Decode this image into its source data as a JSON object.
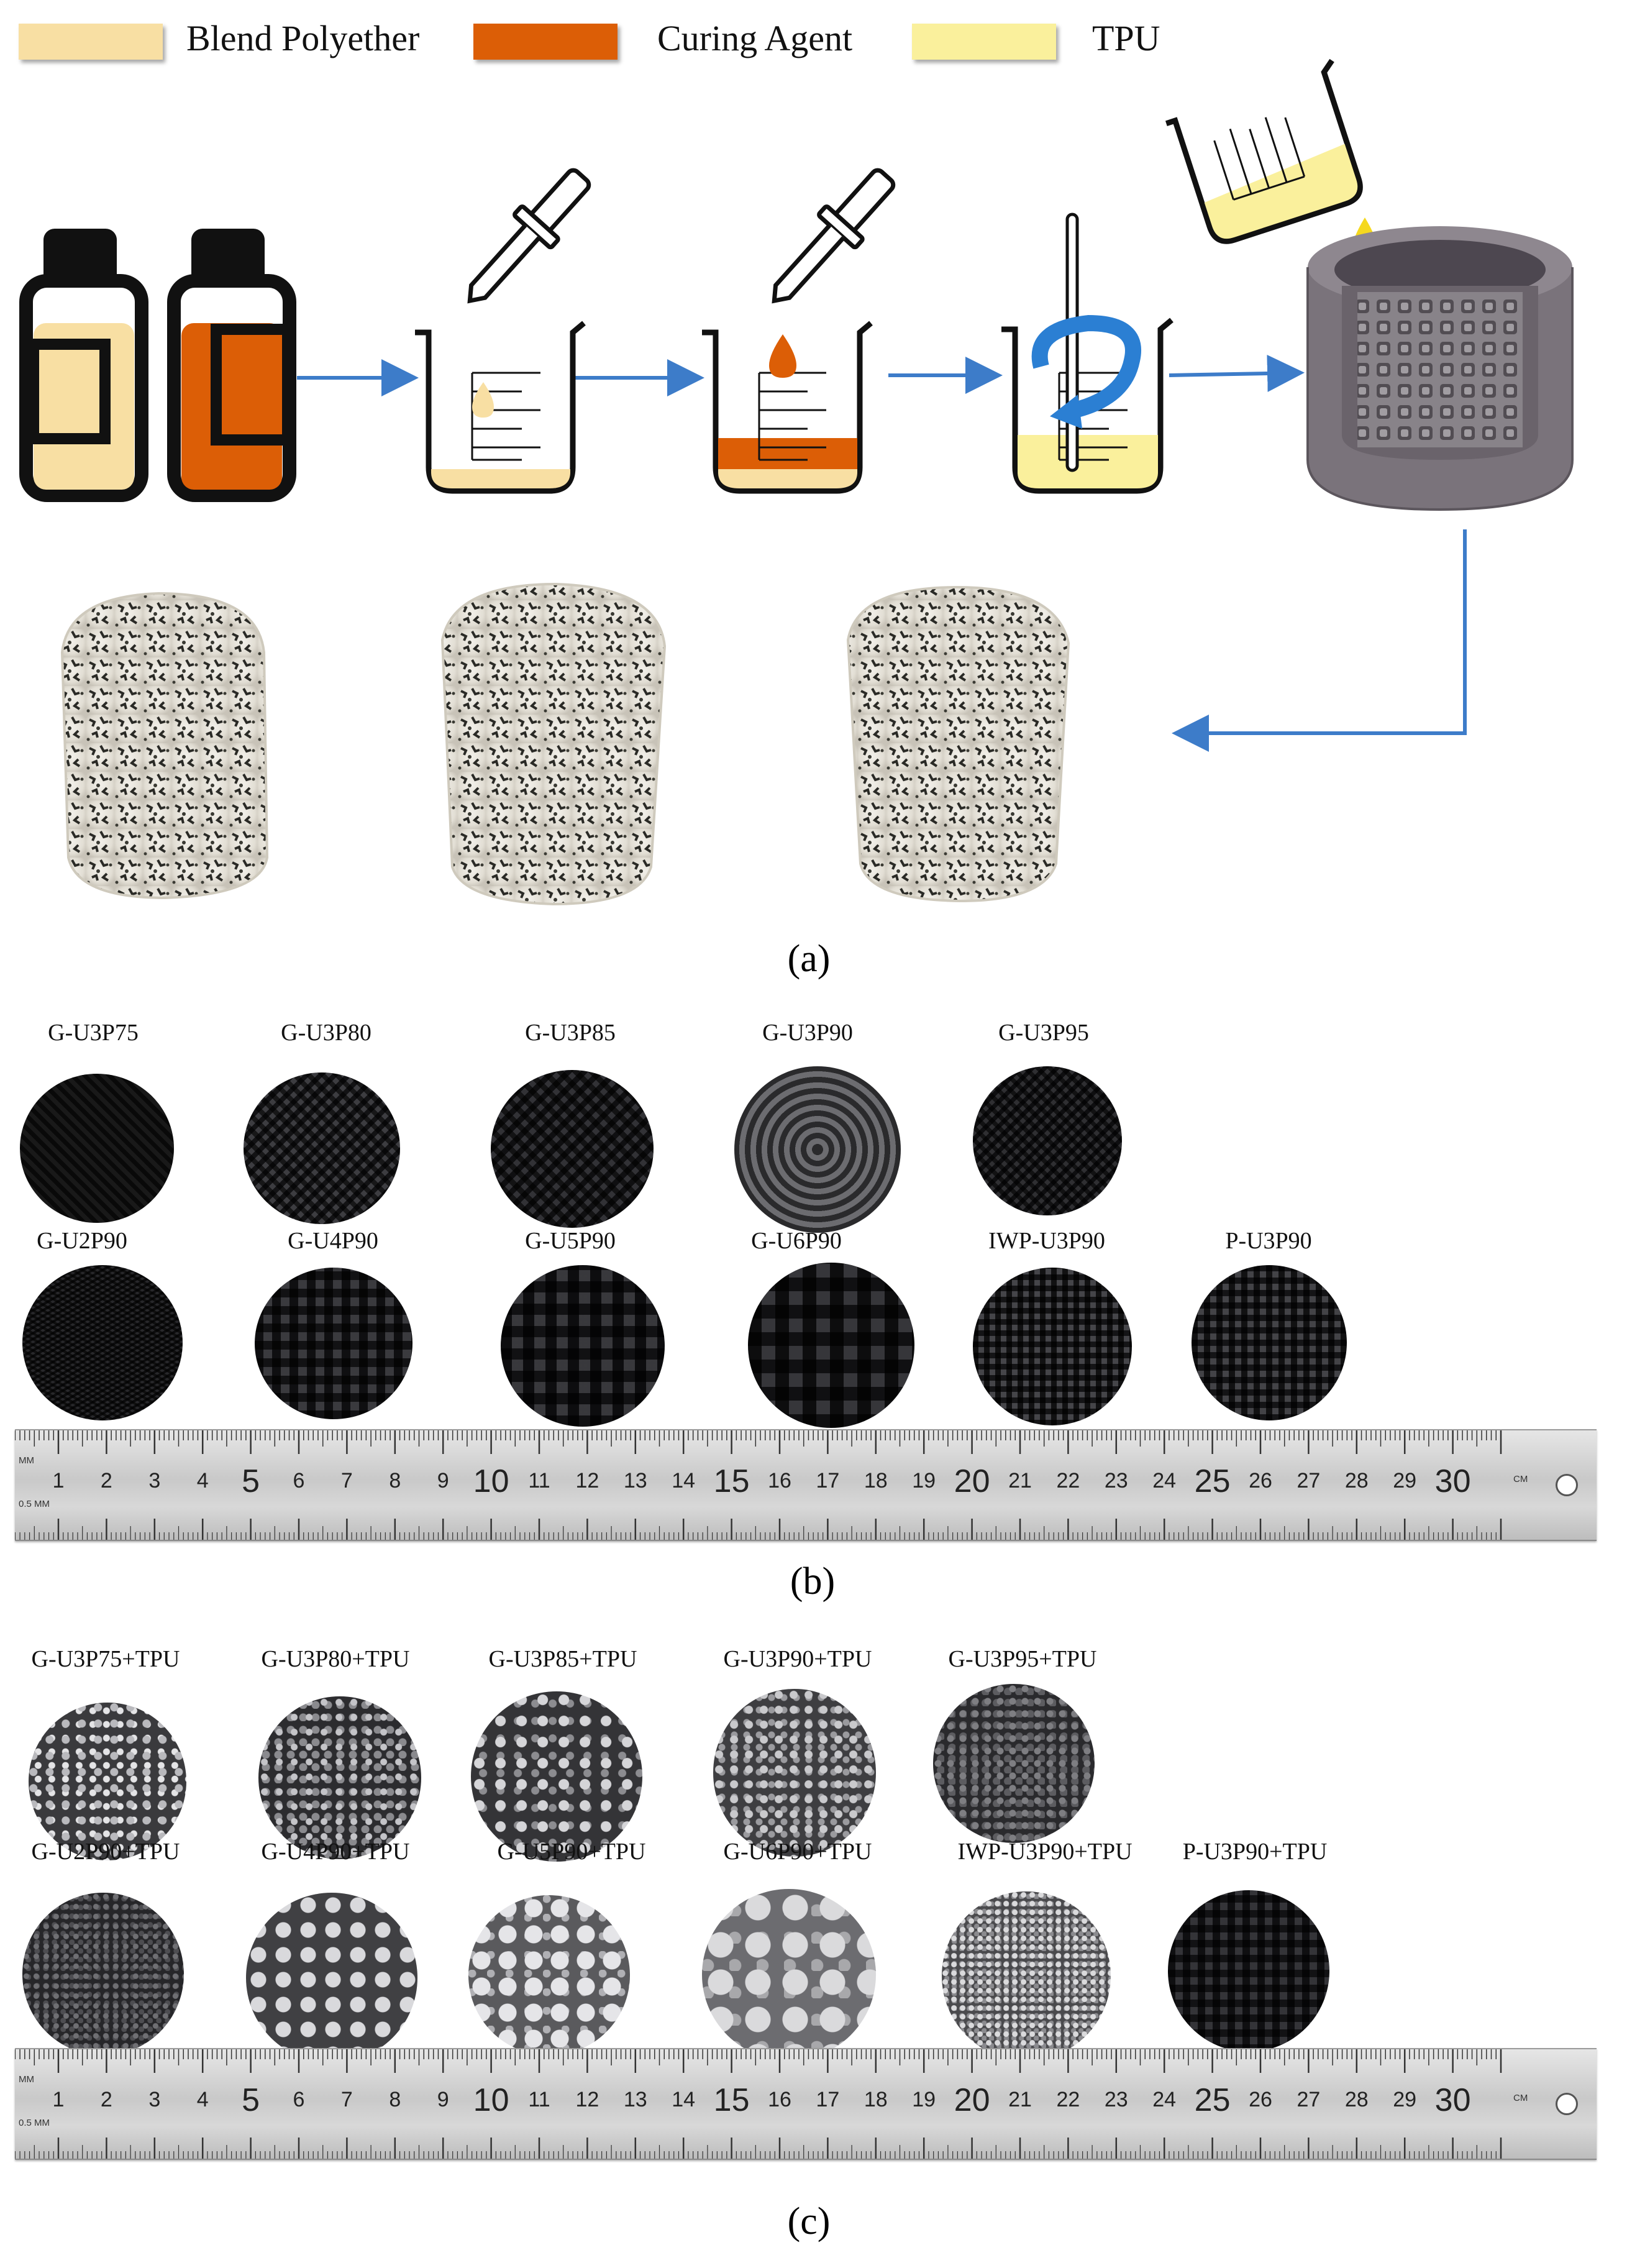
{
  "legend": [
    {
      "label": "Blend Polyether",
      "color": "#f8dfa3"
    },
    {
      "label": "Curing Agent",
      "color": "#dc5e06"
    },
    {
      "label": "TPU",
      "color": "#faf09c"
    }
  ],
  "colors": {
    "arrow": "#3d7cc9",
    "bottle_cap": "#111111",
    "mold": "#7a737b",
    "stir_swirl": "#2b7fd3"
  },
  "panel_labels": {
    "a": "(a)",
    "b": "(b)",
    "c": "(c)"
  },
  "panel_b": {
    "row1": [
      "G-U3P75",
      "G-U3P80",
      "G-U3P85",
      "G-U3P90",
      "G-U3P95"
    ],
    "row2": [
      "G-U2P90",
      "G-U4P90",
      "G-U5P90",
      "G-U6P90",
      "IWP-U3P90",
      "P-U3P90"
    ]
  },
  "panel_c": {
    "row1": [
      "G-U3P75+TPU",
      "G-U3P80+TPU",
      "G-U3P85+TPU",
      "G-U3P90+TPU",
      "G-U3P95+TPU"
    ],
    "row2": [
      "G-U2P90+TPU",
      "G-U4P90+TPU",
      "G-U5P90+TPU",
      "G-U6P90+TPU",
      "IWP-U3P90+TPU",
      "P-U3P90+TPU"
    ]
  },
  "ruler": {
    "numbers": [
      "1",
      "2",
      "3",
      "4",
      "5",
      "6",
      "7",
      "8",
      "9",
      "10",
      "11",
      "12",
      "13",
      "14",
      "15",
      "16",
      "17",
      "18",
      "19",
      "20",
      "21",
      "22",
      "23",
      "24",
      "25",
      "26",
      "27",
      "28",
      "29",
      "30"
    ],
    "unit_cm": "CM",
    "unit_mm": "MM",
    "unit_half_mm": "0.5 MM"
  }
}
